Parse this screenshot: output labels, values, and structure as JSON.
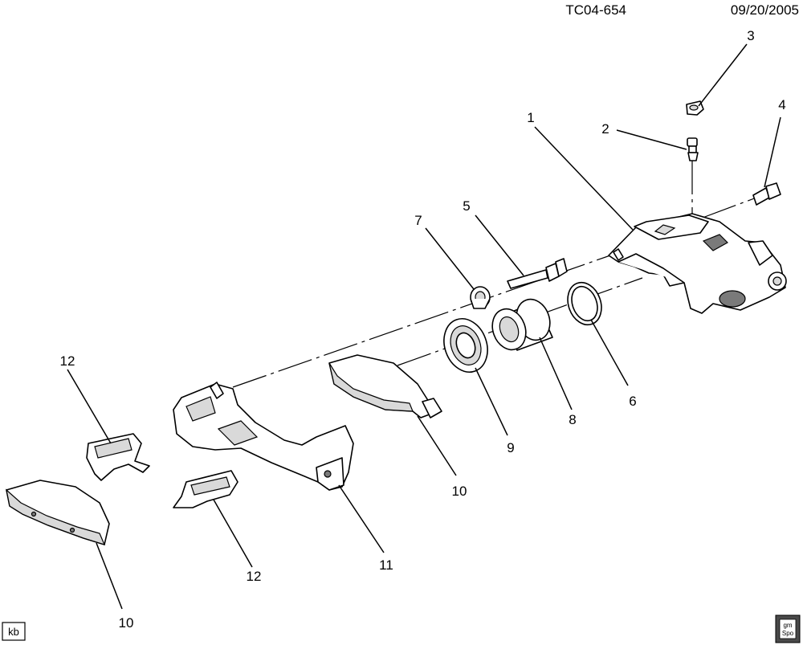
{
  "header": {
    "code": "TC04-654",
    "date": "09/20/2005"
  },
  "callouts": [
    "1",
    "2",
    "3",
    "4",
    "5",
    "6",
    "7",
    "8",
    "9",
    "10",
    "10",
    "11",
    "12",
    "12"
  ],
  "footer": {
    "initials": "kb",
    "logo_top": "gm",
    "logo_bottom": "Spo"
  }
}
